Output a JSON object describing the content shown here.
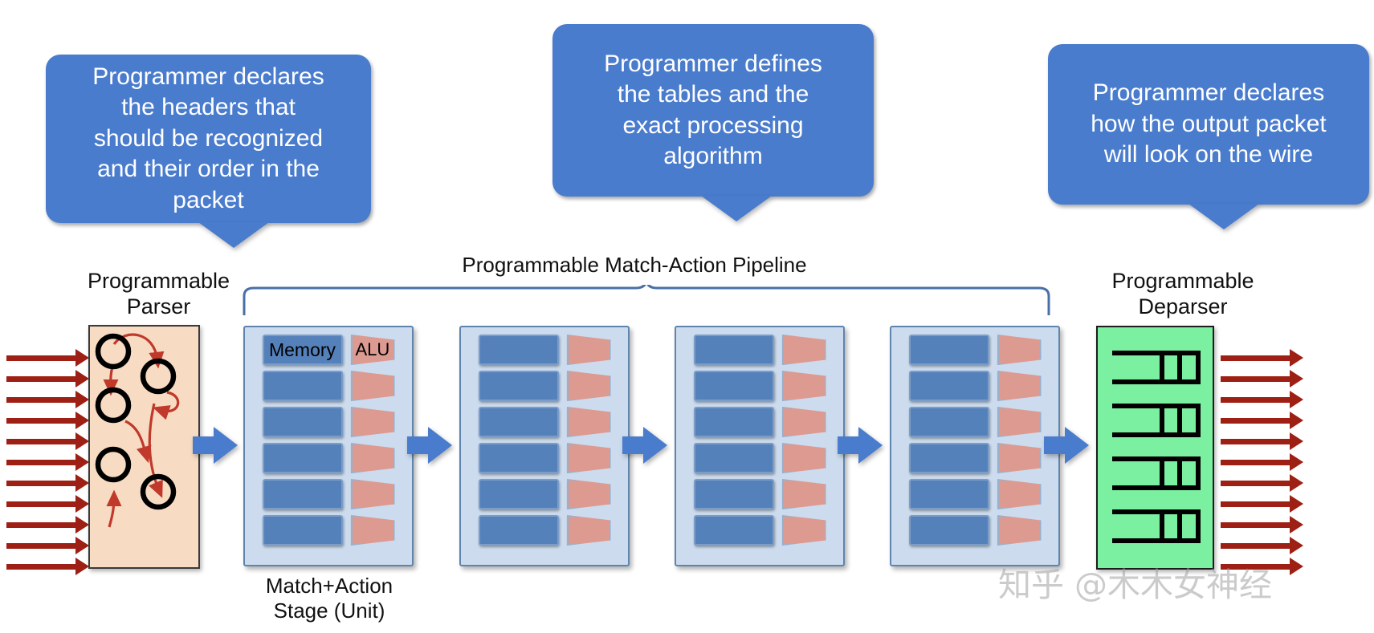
{
  "diagram": {
    "title": "Programmable Match-Action Pipeline (P4 / PISA switch architecture)",
    "colors": {
      "callout_blue": "#4a7ccd",
      "parser_peach": "#f7dcc3",
      "stage_panel": "#ccdcee",
      "memory_blue": "#5581bb",
      "alu_salmon": "#dd9a90",
      "deparser_green": "#7af0a0",
      "packet_arrow_red": "#9e1f14",
      "flow_arrow_blue": "#4a7ccd",
      "brace_blue": "#4a6fa8"
    }
  },
  "callouts": [
    {
      "id": "parser-callout",
      "text": "Programmer declares\nthe headers that\nshould be recognized\nand their order in the\npacket"
    },
    {
      "id": "pipeline-callout",
      "text": "Programmer defines\nthe tables and the\nexact processing\nalgorithm"
    },
    {
      "id": "deparser-callout",
      "text": "Programmer declares\nhow the output packet\nwill look on the wire"
    }
  ],
  "captions": {
    "parser": "Programmable\nParser",
    "pipeline": "Programmable Match-Action Pipeline",
    "stage": "Match+Action\nStage (Unit)",
    "deparser": "Programmable\nDeparser"
  },
  "stage": {
    "memory_label": "Memory",
    "alu_label": "ALU",
    "rows_per_stage": 6,
    "stage_count": 4
  },
  "parser": {
    "node_count": 5,
    "input_arrow_count": 11
  },
  "deparser": {
    "packet_count": 4,
    "output_arrow_count": 11
  },
  "watermark": {
    "text": "知乎 @木木女神经"
  }
}
